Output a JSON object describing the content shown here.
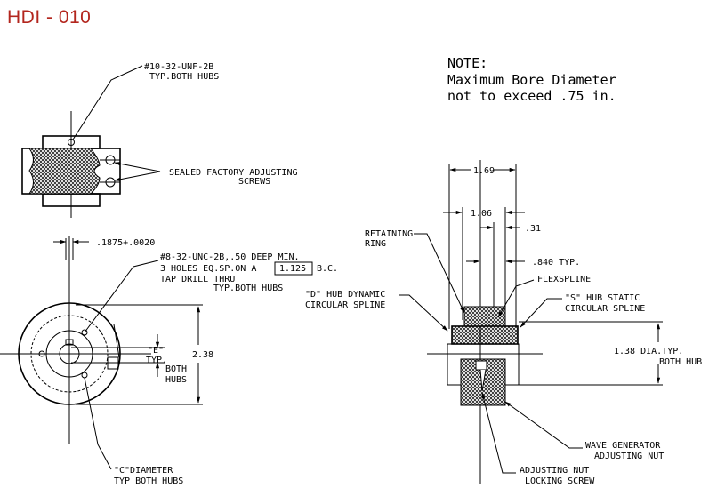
{
  "title": "HDI - 010",
  "note": {
    "heading": "NOTE:",
    "line1": "Maximum Bore Diameter",
    "line2": "not to exceed .75 in."
  },
  "labels": {
    "tap_10_32": "#10-32-UNF-2B",
    "typ_both_hubs_1": "TYP.BOTH HUBS",
    "sealed_adjusting": "SEALED FACTORY ADJUSTING",
    "screws": "SCREWS",
    "dim_1875": ".1875+.0020",
    "tap_8_32": "#8-32-UNC-2B,.50 DEEP MIN.",
    "holes_eq_sp": "3 HOLES EQ.SP.ON A",
    "bc_value": "1.125",
    "bc_suffix": "B.C.",
    "tap_drill_thru": "TAP DRILL THRU",
    "typ_both_hubs_2": "TYP.BOTH HUBS",
    "dim_238": "2.38",
    "e_label": "\"E\"",
    "e_typ": "TYP.",
    "both": "BOTH",
    "hubs": "HUBS",
    "c_diameter": "\"C\"DIAMETER",
    "typ_both_hubs_3": "TYP BOTH HUBS",
    "dim_169": "1.69",
    "dim_106": "1.06",
    "dim_31": ".31",
    "retaining": "RETAINING",
    "ring": "RING",
    "dim_840": ".840 TYP.",
    "flexspline": "FLEXSPLINE",
    "d_hub_1": "\"D\" HUB DYNAMIC",
    "d_hub_2": "CIRCULAR SPLINE",
    "s_hub_1": "\"S\" HUB STATIC",
    "s_hub_2": "CIRCULAR SPLINE",
    "dim_138": "1.38 DIA.TYP.",
    "both_hub": "BOTH HUB",
    "wave_gen_1": "WAVE GENERATOR",
    "wave_gen_2": "ADJUSTING NUT",
    "adj_nut_1": "ADJUSTING NUT",
    "adj_nut_2": "LOCKING SCREW"
  },
  "colors": {
    "title": "#b3261e",
    "ink": "#000000",
    "background": "#ffffff"
  }
}
